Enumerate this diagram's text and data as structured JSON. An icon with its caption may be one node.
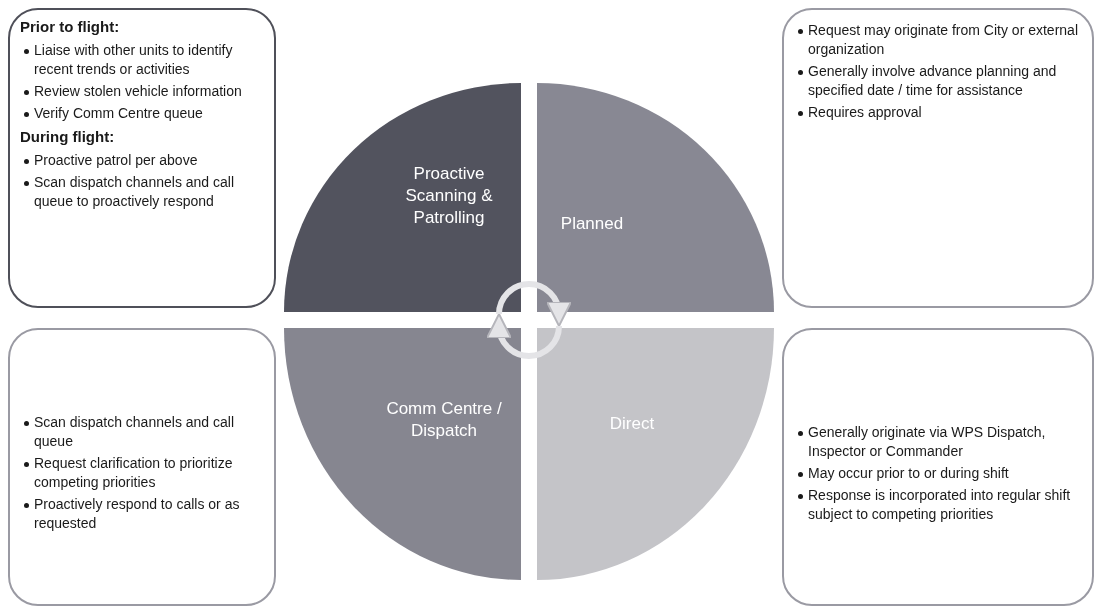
{
  "diagram": {
    "nodes": [
      {
        "text": [
          "Prior to flight:",
          "Liaise with other units to identify recent trends or activities",
          "Review stolen vehicle information",
          "Verify Comm Centre queue",
          "During flight:",
          "Proactive patrol per above",
          "Scan dispatch channels and call queue to proactively respond"
        ]
      },
      {
        "text": [
          "Proactive Scanning & Patrolling"
        ]
      },
      {
        "text": [
          "Planned"
        ]
      },
      {
        "text": [
          "Request may originate from City or external organization",
          "Generally involve advance planning and specified date / time for assistance",
          "Requires approval"
        ]
      },
      {
        "text": [
          "Scan dispatch channels and call queue",
          "Request clarification to prioritize competing priorities",
          "Proactively respond to calls or as requested"
        ]
      },
      {
        "text": [
          "Comm Centre / Dispatch"
        ]
      },
      {
        "text": [
          "Direct"
        ]
      },
      {
        "text": [
          "Generally originate via WPS Dispatch, Inspector or Commander",
          "May occur prior to or during shift",
          "Response is incorporated into regular shift subject to competing priorities"
        ]
      }
    ],
    "edges": [
      {
        "from": 1,
        "to": 2,
        "arrow": "to"
      },
      {
        "from": 6,
        "to": 5,
        "arrow": "to"
      }
    ]
  }
}
